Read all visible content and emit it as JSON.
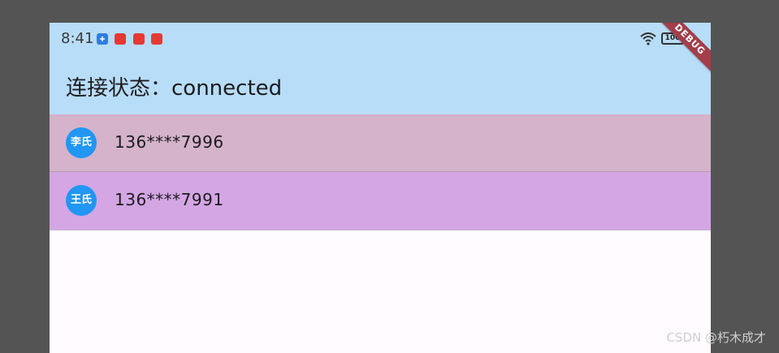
{
  "status_bar": {
    "time": "8:41",
    "battery_level": "100",
    "notification_icons": [
      "usb-icon",
      "app-notification-icon",
      "app-notification-icon",
      "app-notification-icon"
    ]
  },
  "app_bar": {
    "title": "连接状态：connected"
  },
  "contacts": [
    {
      "avatar_text": "李氏",
      "phone": "136****7996"
    },
    {
      "avatar_text": "王氏",
      "phone": "136****7991"
    }
  ],
  "debug_banner": {
    "label": "DEBUG"
  },
  "watermark": {
    "text": "CSDN @朽木成才"
  },
  "colors": {
    "app_bar_bg": "#b8ddf8",
    "row1_bg": "#d4b3cb",
    "row2_bg": "#d4a6e4",
    "avatar_bg": "#2196f3",
    "debug_ribbon": "#a33e4a",
    "outer_bg": "#545454"
  }
}
